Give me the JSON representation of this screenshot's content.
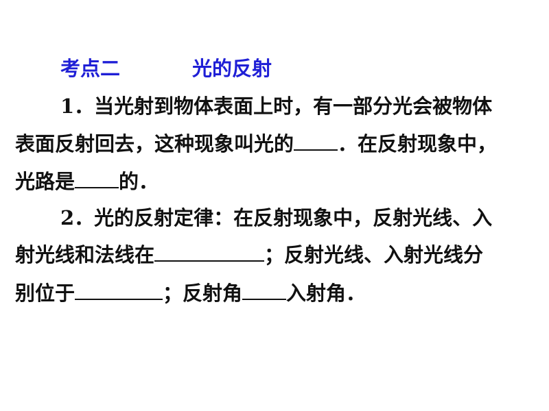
{
  "heading": {
    "label": "考点二",
    "topic": "光的反射",
    "color": "#1f1fd6"
  },
  "item1": {
    "line1": "1．当光射到物体表面上时，有一部分光会被物体",
    "line2a": "表面反射回去，这种现象叫光的",
    "line2b": "．在反射现象中，",
    "line3a": "光路是",
    "line3b": "的．"
  },
  "item2": {
    "line1": "2．光的反射定律：在反射现象中，反射光线、入",
    "line2a": "射光线和法线在",
    "line2b": "；反射光线、入射光线分",
    "line3a": "别位于",
    "line3b": "；反射角",
    "line3c": "入射角．"
  }
}
